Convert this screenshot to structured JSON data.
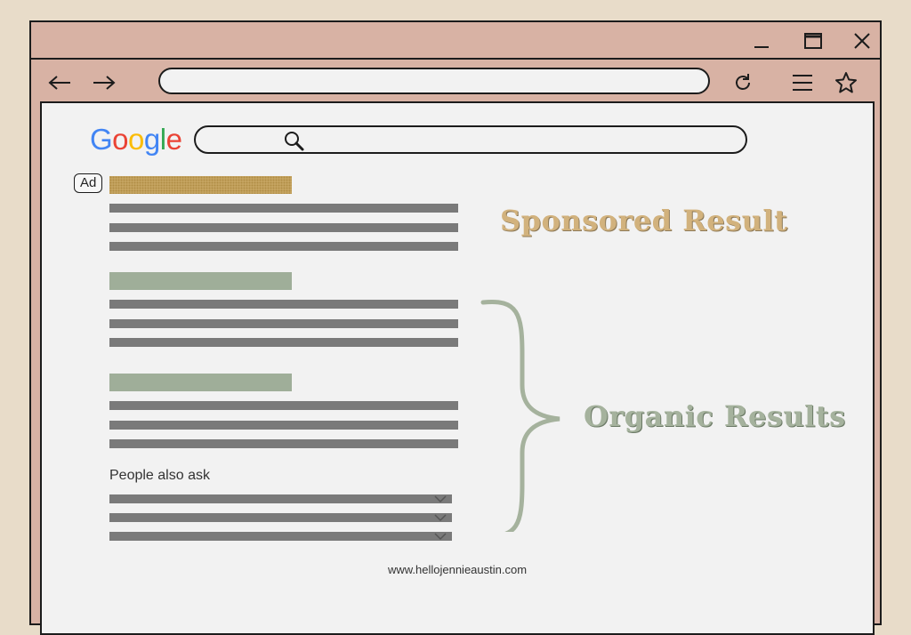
{
  "window": {
    "controls": [
      "minimize-icon",
      "maximize-icon",
      "close-icon"
    ],
    "nav": [
      "back-arrow-icon",
      "forward-arrow-icon",
      "reload-icon",
      "menu-icon",
      "star-icon"
    ],
    "address_bar": {
      "value": ""
    }
  },
  "page": {
    "logo": {
      "letters": [
        "G",
        "o",
        "o",
        "g",
        "l",
        "e"
      ],
      "colors": [
        "#4285F4",
        "#EA4335",
        "#FBBC05",
        "#4285F4",
        "#34A853",
        "#EA4335"
      ]
    },
    "search": {
      "value": ""
    },
    "ad_badge": "Ad",
    "people_also_ask": "People also ask",
    "footer": "www.hellojennieaustin.com"
  },
  "annotations": {
    "sponsored": "Sponsored Result",
    "organic": "Organic Results"
  },
  "colors": {
    "background": "#e8dcc9",
    "chrome": "#d8b2a4",
    "ad_title": "#c9a866",
    "organic_title": "#9fae99",
    "text_lines": "#7a7a7a",
    "sponsored_text": "#d2b27d",
    "organic_text": "#a5b29d"
  }
}
